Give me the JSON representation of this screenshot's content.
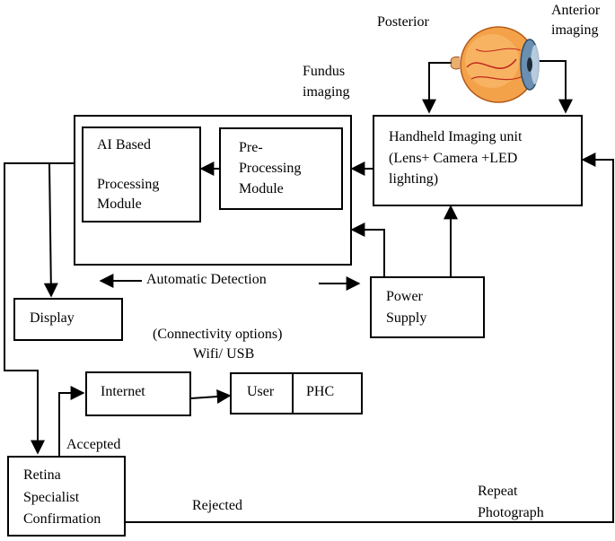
{
  "labels": {
    "posterior": "Posterior",
    "anterior_1": "Anterior",
    "anterior_2": "imaging",
    "fundus_1": "Fundus",
    "fundus_2": "imaging",
    "automatic_detection": "Automatic Detection",
    "connectivity_1": "(Connectivity options)",
    "connectivity_2": "Wifi/ USB",
    "accepted": "Accepted",
    "rejected": "Rejected",
    "repeat_1": "Repeat",
    "repeat_2": "Photograph"
  },
  "boxes": {
    "ai_based": [
      "AI Based",
      "",
      "Processing",
      "Module"
    ],
    "preprocessing": [
      "Pre-",
      "Processing",
      "Module"
    ],
    "handheld": [
      "Handheld Imaging unit",
      "(Lens+ Camera +LED",
      "lighting)"
    ],
    "display": "Display",
    "power_supply": [
      "Power",
      "Supply"
    ],
    "internet": "Internet",
    "user": "User",
    "phc": "PHC",
    "retina": [
      "Retina",
      "Specialist",
      "Confirmation"
    ]
  },
  "colors": {
    "line": "#000000",
    "eye_sclera": "#f0a040",
    "eye_iris": "#6a8fb0"
  },
  "icons": {
    "eye": "eye-illustration"
  }
}
